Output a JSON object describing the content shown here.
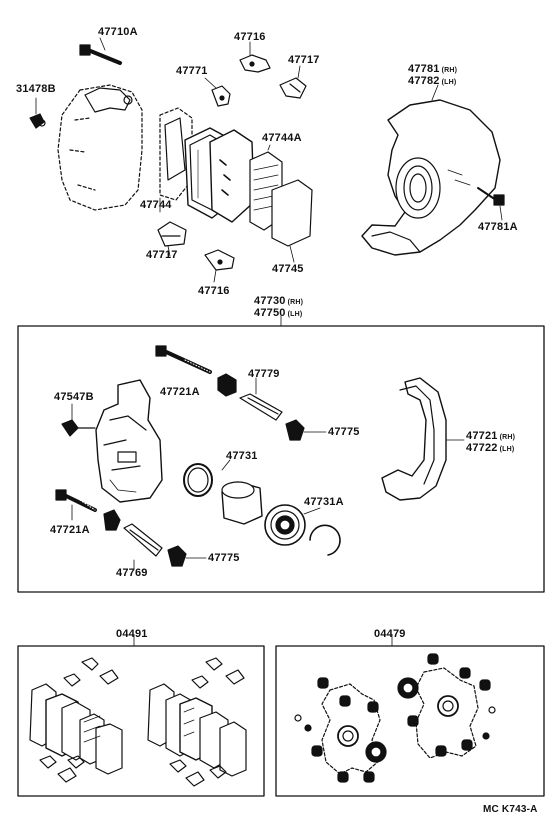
{
  "labels": {
    "p47710A": "47710A",
    "p31478B": "31478B",
    "p47716_top": "47716",
    "p47771": "47771",
    "p47717_top": "47717",
    "p47744A": "47744A",
    "p47744": "47744",
    "p47717_bot": "47717",
    "p47716_bot": "47716",
    "p47745": "47745",
    "p47781": "47781",
    "p47782": "47782",
    "p47781A": "47781A",
    "p47730": "47730",
    "p47750": "47750",
    "p47721A_top": "47721A",
    "p47779": "47779",
    "p47547B": "47547B",
    "p47775_top": "47775",
    "p47721": "47721",
    "p47722": "47722",
    "p47731": "47731",
    "p47731A": "47731A",
    "p47721A_bot": "47721A",
    "p47769": "47769",
    "p47775_bot": "47775",
    "kit_04491": "04491",
    "kit_04479": "04479",
    "footer_code": "MC K743-A"
  },
  "suffix": {
    "rh": "(RH)",
    "lh": "(LH)"
  }
}
